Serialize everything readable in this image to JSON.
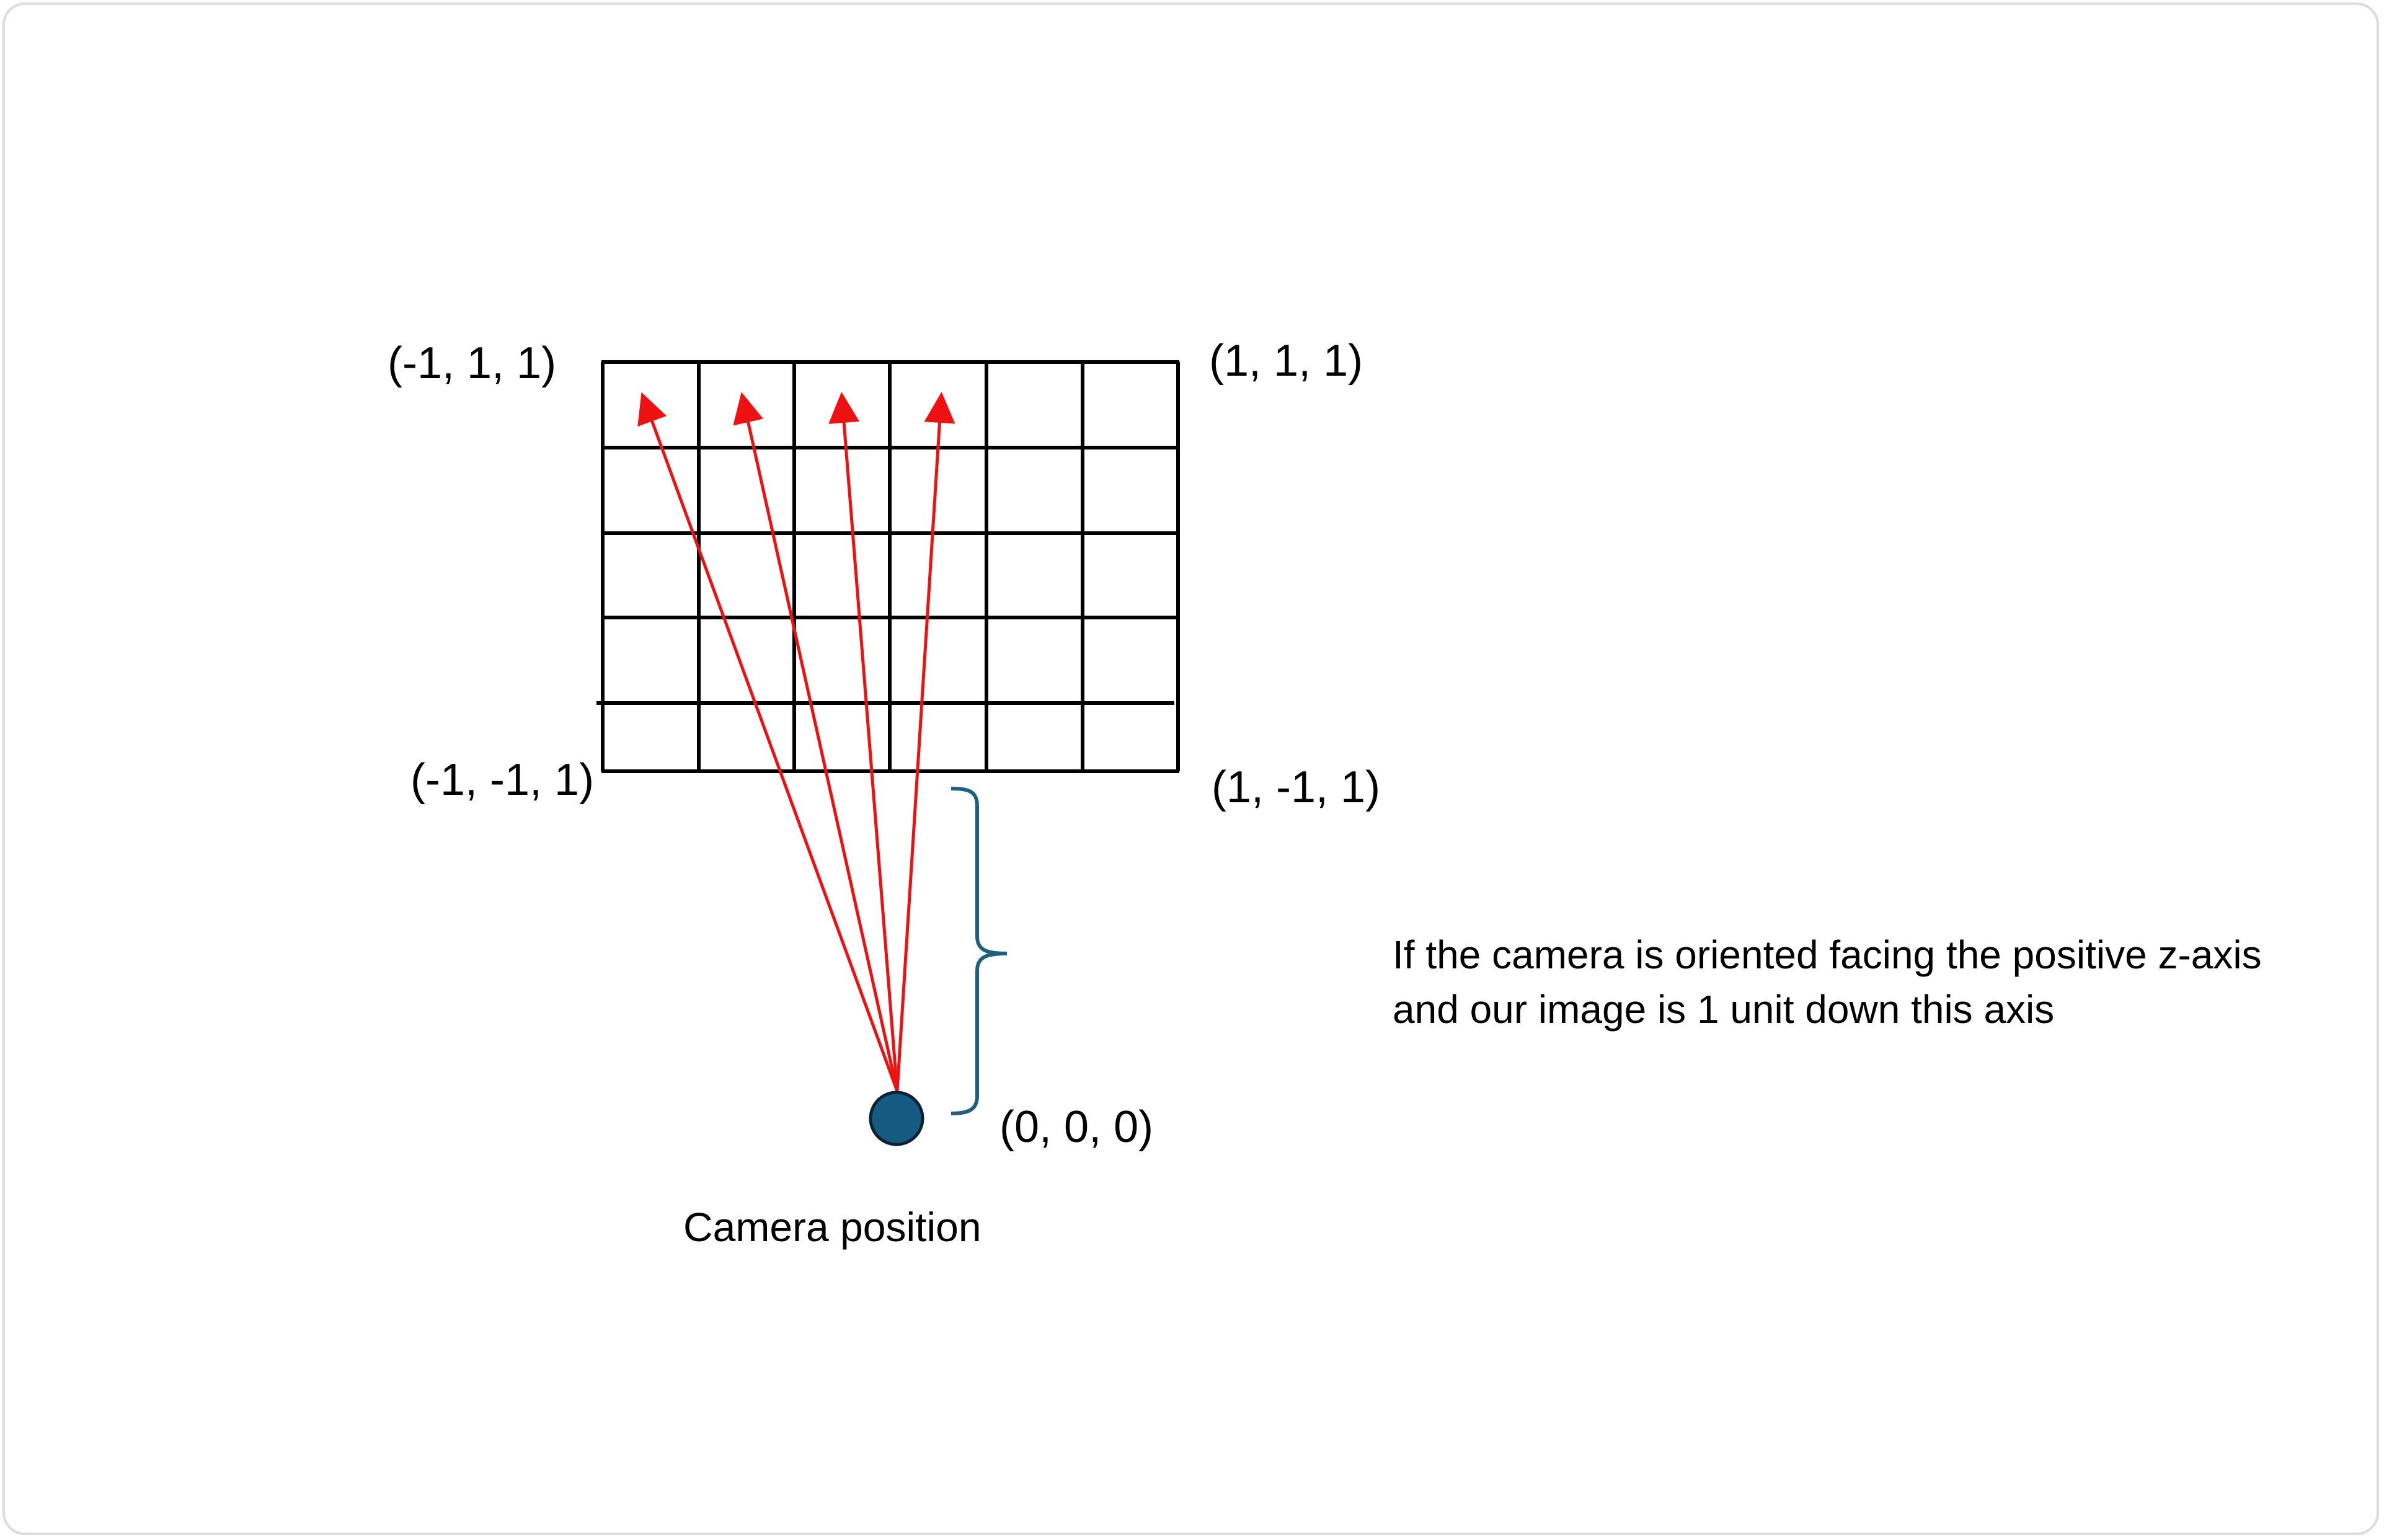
{
  "corners": {
    "top_left": "(-1, 1, 1)",
    "top_right": "(1, 1, 1)",
    "bottom_left": "(-1, -1, 1)",
    "bottom_right": "(1, -1, 1)"
  },
  "origin_label": "(0, 0, 0)",
  "camera_caption": "Camera position",
  "note": {
    "line1": "If the camera is oriented facing the positive z-axis",
    "line2": "and our image is 1 unit down this axis"
  },
  "grid": {
    "columns": 6,
    "rows": 5
  },
  "rays": {
    "count": 4,
    "target_columns": [
      0,
      1,
      2,
      3
    ]
  },
  "colors": {
    "grid": "#000000",
    "ray": "#ee1111",
    "camera_fill": "#155a80",
    "camera_stroke": "#0a2233",
    "brace": "#1f5f7f"
  }
}
